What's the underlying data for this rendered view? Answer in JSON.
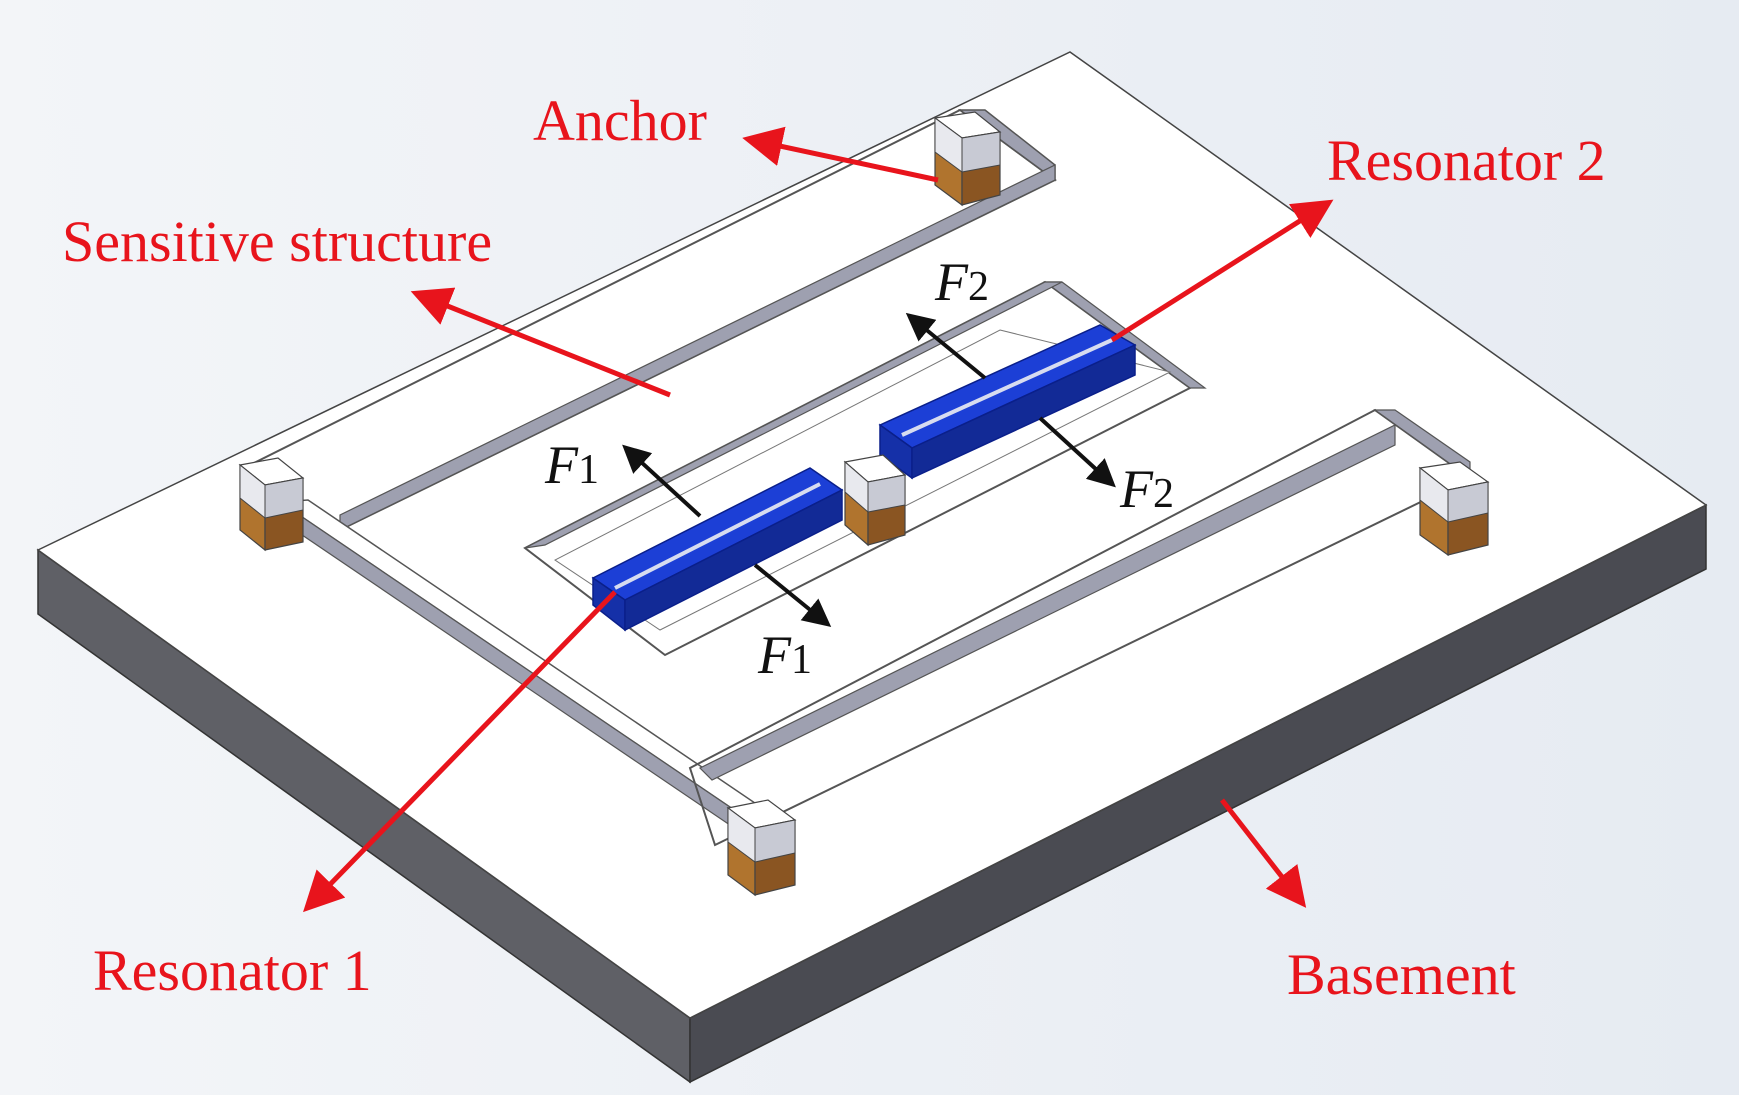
{
  "diagram": {
    "labels": {
      "anchor": "Anchor",
      "resonator_2": "Resonator 2",
      "sensitive_structure": "Sensitive structure",
      "resonator_1": "Resonator 1",
      "basement": "Basement"
    },
    "forces": [
      {
        "symbol": "F",
        "subscript": "1"
      },
      {
        "symbol": "F",
        "subscript": "1"
      },
      {
        "symbol": "F",
        "subscript": "2"
      },
      {
        "symbol": "F",
        "subscript": "2"
      }
    ],
    "colors": {
      "callout": "#e8141c",
      "force_arrow": "#111111",
      "resonator": "#1c3fd6",
      "anchor_base": "#b0742e",
      "base_side": "#5f6066",
      "structure_top": "#ffffff",
      "background": "#eef1f6"
    }
  }
}
